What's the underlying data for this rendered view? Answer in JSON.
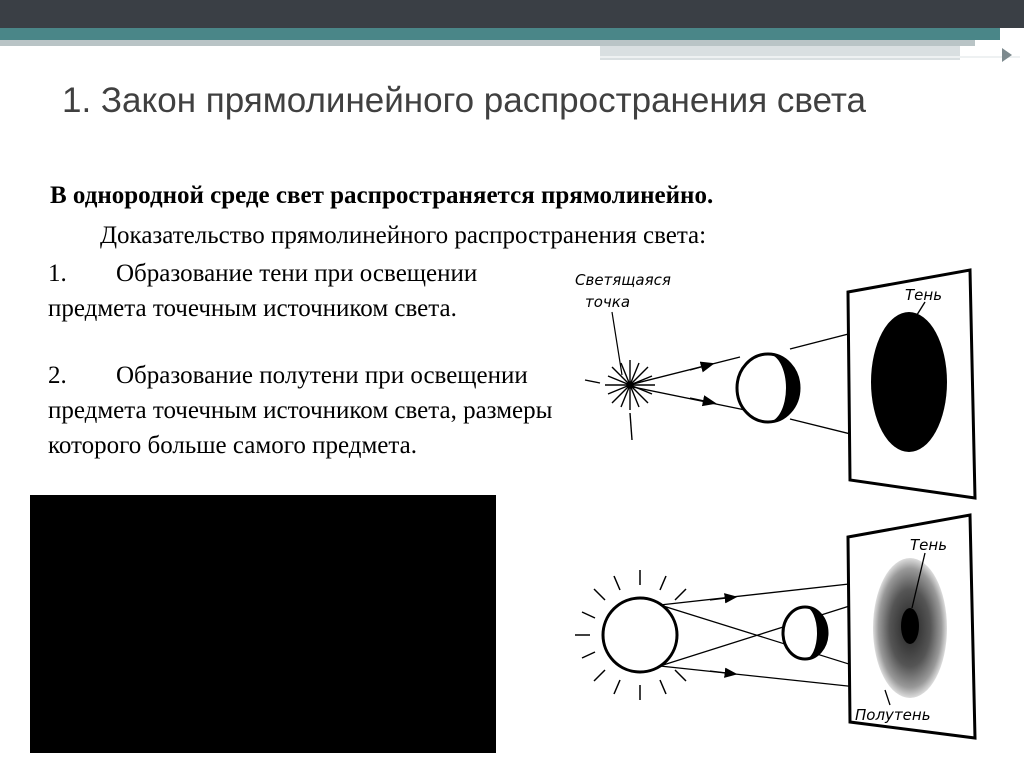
{
  "slide": {
    "title": "1. Закон прямолинейного распространения света",
    "lead": "В однородной среде свет распространяется прямолинейно.",
    "subhead": "Доказательство прямолинейного распространения света:",
    "items": [
      {
        "num": "1.",
        "text": "Образование тени при освещении предмета точечным источником света."
      },
      {
        "num": "2.",
        "text": "Образование полутени при освещении предмета точечным источником света, размеры которого больше самого предмета."
      }
    ]
  },
  "diagram": {
    "top": {
      "source_label_line1": "Светящаяся",
      "source_label_line2": "точка",
      "shadow_label": "Тень"
    },
    "bottom": {
      "shadow_label": "Тень",
      "penumbra_label": "Полутень"
    }
  }
}
